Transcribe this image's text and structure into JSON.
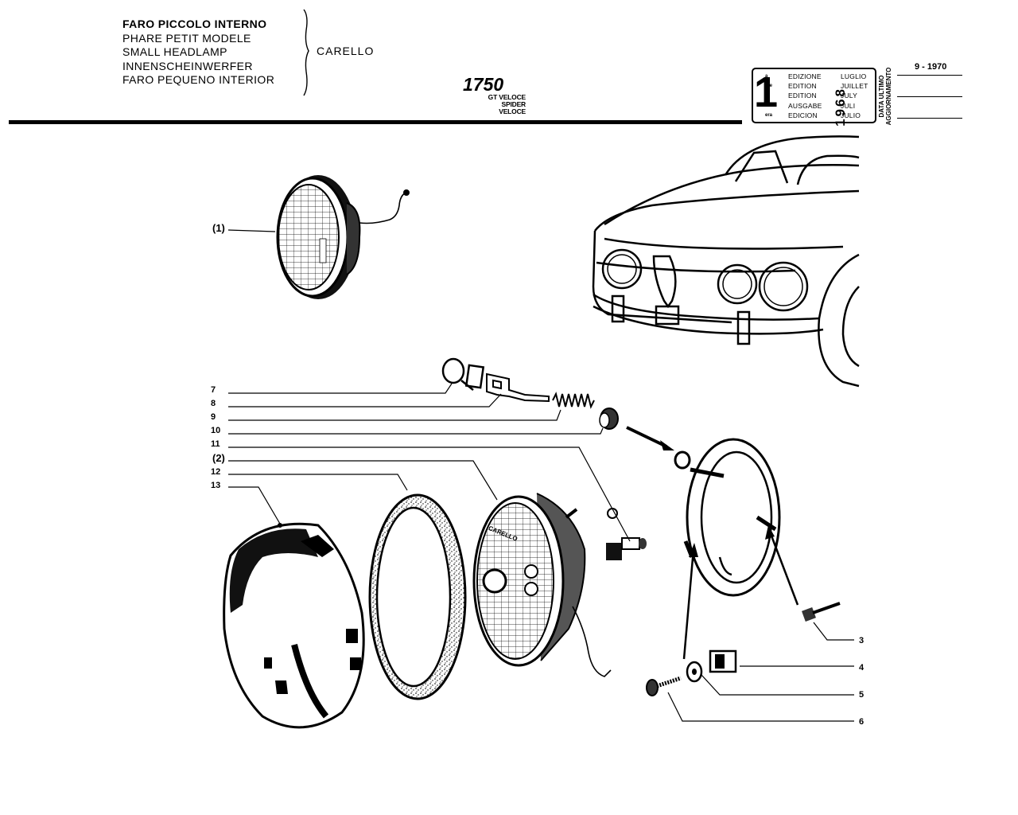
{
  "header": {
    "titles": [
      "FARO PICCOLO INTERNO",
      "PHARE PETIT MODELE",
      "SMALL HEADLAMP",
      "INNENSCHEINWERFER",
      "FARO PEQUENO INTERIOR"
    ],
    "brand": "CARELLO",
    "model": "1750",
    "variant_lines": [
      "GT VELOCE",
      "SPIDER VELOCE"
    ]
  },
  "edition": {
    "number": "1",
    "ordinals": [
      "a",
      "ere",
      "st",
      ".",
      "era"
    ],
    "words": [
      "EDIZIONE",
      "EDITION",
      "EDITION",
      "AUSGABE",
      "EDICION"
    ],
    "months": [
      "LUGLIO",
      "JUILLET",
      "JULY",
      "JULI",
      "JULIO"
    ],
    "year": "1968",
    "update_label_lines": [
      "DATA ULTIMO",
      "AGGIORNAMENTO"
    ],
    "update_date": "9 - 1970"
  },
  "callouts": {
    "c1": "(1)",
    "c7": "7",
    "c8": "8",
    "c9": "9",
    "c10": "10",
    "c11": "11",
    "c2": "(2)",
    "c12": "12",
    "c13": "13",
    "c3": "3",
    "c4": "4",
    "c5": "5",
    "c6": "6"
  },
  "lamp_lens_text": "CARELLO"
}
